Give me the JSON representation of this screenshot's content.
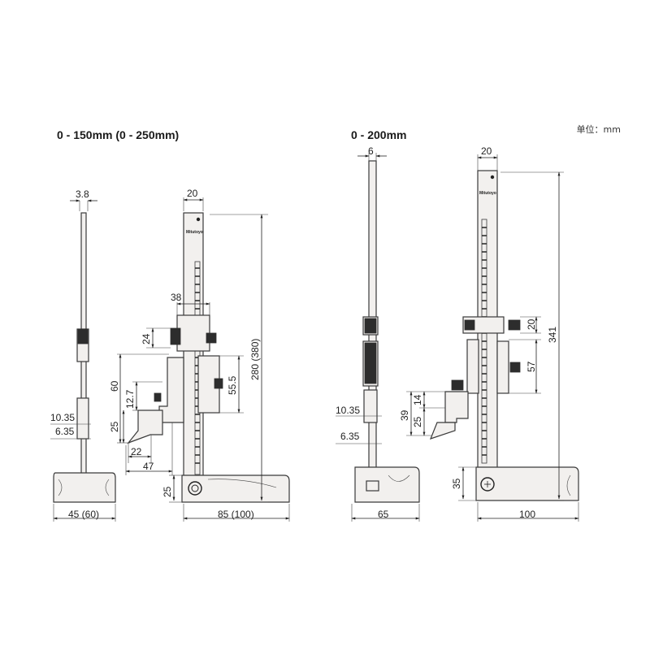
{
  "header": {
    "title_left": "0 - 150mm (0 - 250mm)",
    "title_right": "0 - 200mm",
    "unit_note": "单位：mm"
  },
  "brand": "Mitutoyo",
  "left_drawing": {
    "side_view": {
      "top_width": "3.8",
      "dim_a": "10.35",
      "dim_b": "6.35",
      "base_width": "45 (60)"
    },
    "front_view": {
      "top_width": "20",
      "slider_width": "38",
      "slider_height": "24",
      "scriber_reach": "60",
      "dim_12_7": "12.7",
      "dim_25": "25",
      "dim_22": "22",
      "dim_47": "47",
      "dim_55_5": "55.5",
      "total_height": "280 (380)",
      "base_height": "25",
      "base_length": "85 (100)"
    }
  },
  "right_drawing": {
    "side_view": {
      "top_width": "6",
      "dim_a": "10.35",
      "dim_b": "6.35",
      "base_width": "65"
    },
    "front_view": {
      "top_width": "20",
      "slider_height": "20",
      "dim_57": "57",
      "dim_39": "39",
      "dim_25": "25",
      "dim_14": "14",
      "total_height": "341",
      "base_height": "35",
      "base_length": "100"
    }
  }
}
